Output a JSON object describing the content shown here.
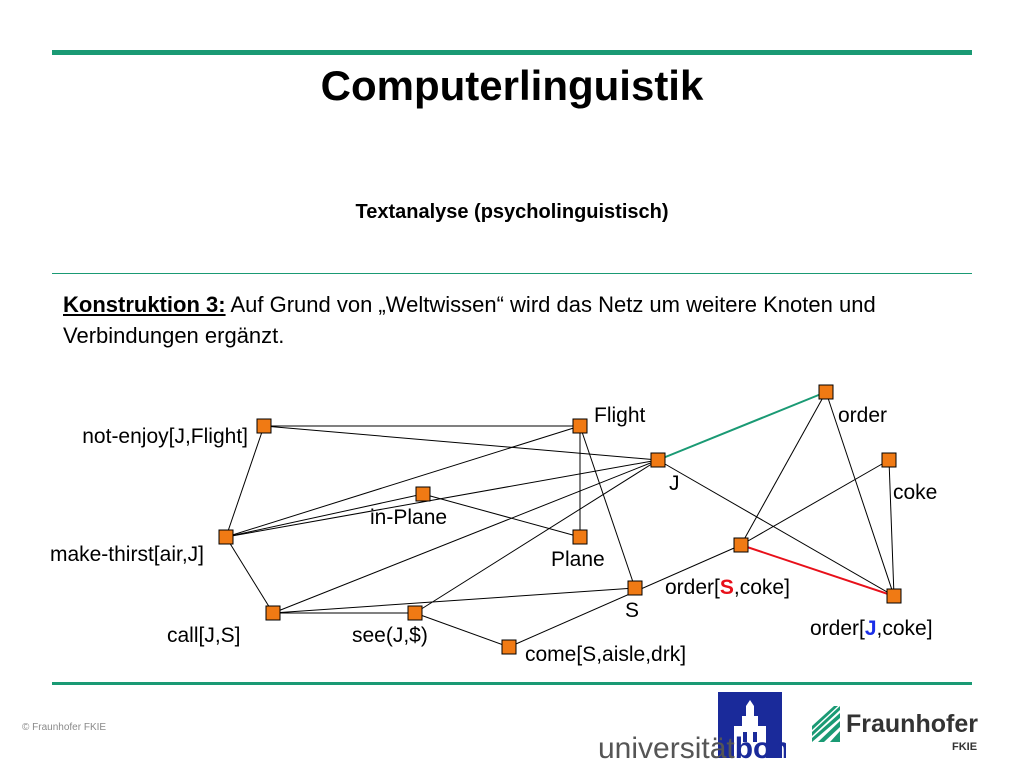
{
  "slide": {
    "title": "Computerlinguistik",
    "subtitle": "Textanalyse (psycholinguistisch)",
    "intro_lead": "Konstruktion 3:",
    "intro_text": " Auf Grund von „Weltwissen“ wird das Netz um weitere Knoten und Verbindungen ergänzt.",
    "copyright": "© Fraunhofer FKIE"
  },
  "graph": {
    "nodes": [
      {
        "id": "not_enjoy",
        "label": "not-enjoy[J,Flight]"
      },
      {
        "id": "flight",
        "label": "Flight"
      },
      {
        "id": "j",
        "label": "J"
      },
      {
        "id": "order",
        "label": "order"
      },
      {
        "id": "coke",
        "label": "coke"
      },
      {
        "id": "in_plane",
        "label": "in-Plane"
      },
      {
        "id": "plane",
        "label": "Plane"
      },
      {
        "id": "make_thirst",
        "label": "make-thirst[air,J]"
      },
      {
        "id": "order_s",
        "label_parts": [
          "order[",
          "S",
          ",coke]"
        ],
        "highlight": "S",
        "highlight_color": "#e8101a"
      },
      {
        "id": "s",
        "label": "S"
      },
      {
        "id": "order_j",
        "label_parts": [
          "order[",
          "J",
          ",coke]"
        ],
        "highlight": "J",
        "highlight_color": "#1a2ee8"
      },
      {
        "id": "call",
        "label": "call[J,S]"
      },
      {
        "id": "see",
        "label": "see(J,$)"
      },
      {
        "id": "come",
        "label": "come[S,aisle,drk]"
      }
    ],
    "edges": [
      {
        "from": "not_enjoy",
        "to": "flight"
      },
      {
        "from": "not_enjoy",
        "to": "j"
      },
      {
        "from": "not_enjoy",
        "to": "make_thirst"
      },
      {
        "from": "flight",
        "to": "plane"
      },
      {
        "from": "flight",
        "to": "s"
      },
      {
        "from": "flight",
        "to": "make_thirst"
      },
      {
        "from": "j",
        "to": "order",
        "color": "#1a9a74"
      },
      {
        "from": "j",
        "to": "make_thirst"
      },
      {
        "from": "j",
        "to": "call"
      },
      {
        "from": "j",
        "to": "see"
      },
      {
        "from": "j",
        "to": "order_j"
      },
      {
        "from": "in_plane",
        "to": "plane"
      },
      {
        "from": "in_plane",
        "to": "make_thirst"
      },
      {
        "from": "make_thirst",
        "to": "call"
      },
      {
        "from": "call",
        "to": "see"
      },
      {
        "from": "call",
        "to": "s"
      },
      {
        "from": "see",
        "to": "come"
      },
      {
        "from": "come",
        "to": "order_s"
      },
      {
        "from": "order",
        "to": "order_s"
      },
      {
        "from": "order",
        "to": "order_j"
      },
      {
        "from": "coke",
        "to": "order_s"
      },
      {
        "from": "coke",
        "to": "order_j"
      },
      {
        "from": "order_s",
        "to": "order_j",
        "color": "#e8101a"
      }
    ]
  },
  "logos": {
    "university_prefix": "universität",
    "university_bold": "bonn",
    "fraunhofer_name": "Fraunhofer",
    "fraunhofer_unit": "FKIE",
    "university_color": "#1a2a9a",
    "fraunhofer_color": "#1a9a74"
  }
}
